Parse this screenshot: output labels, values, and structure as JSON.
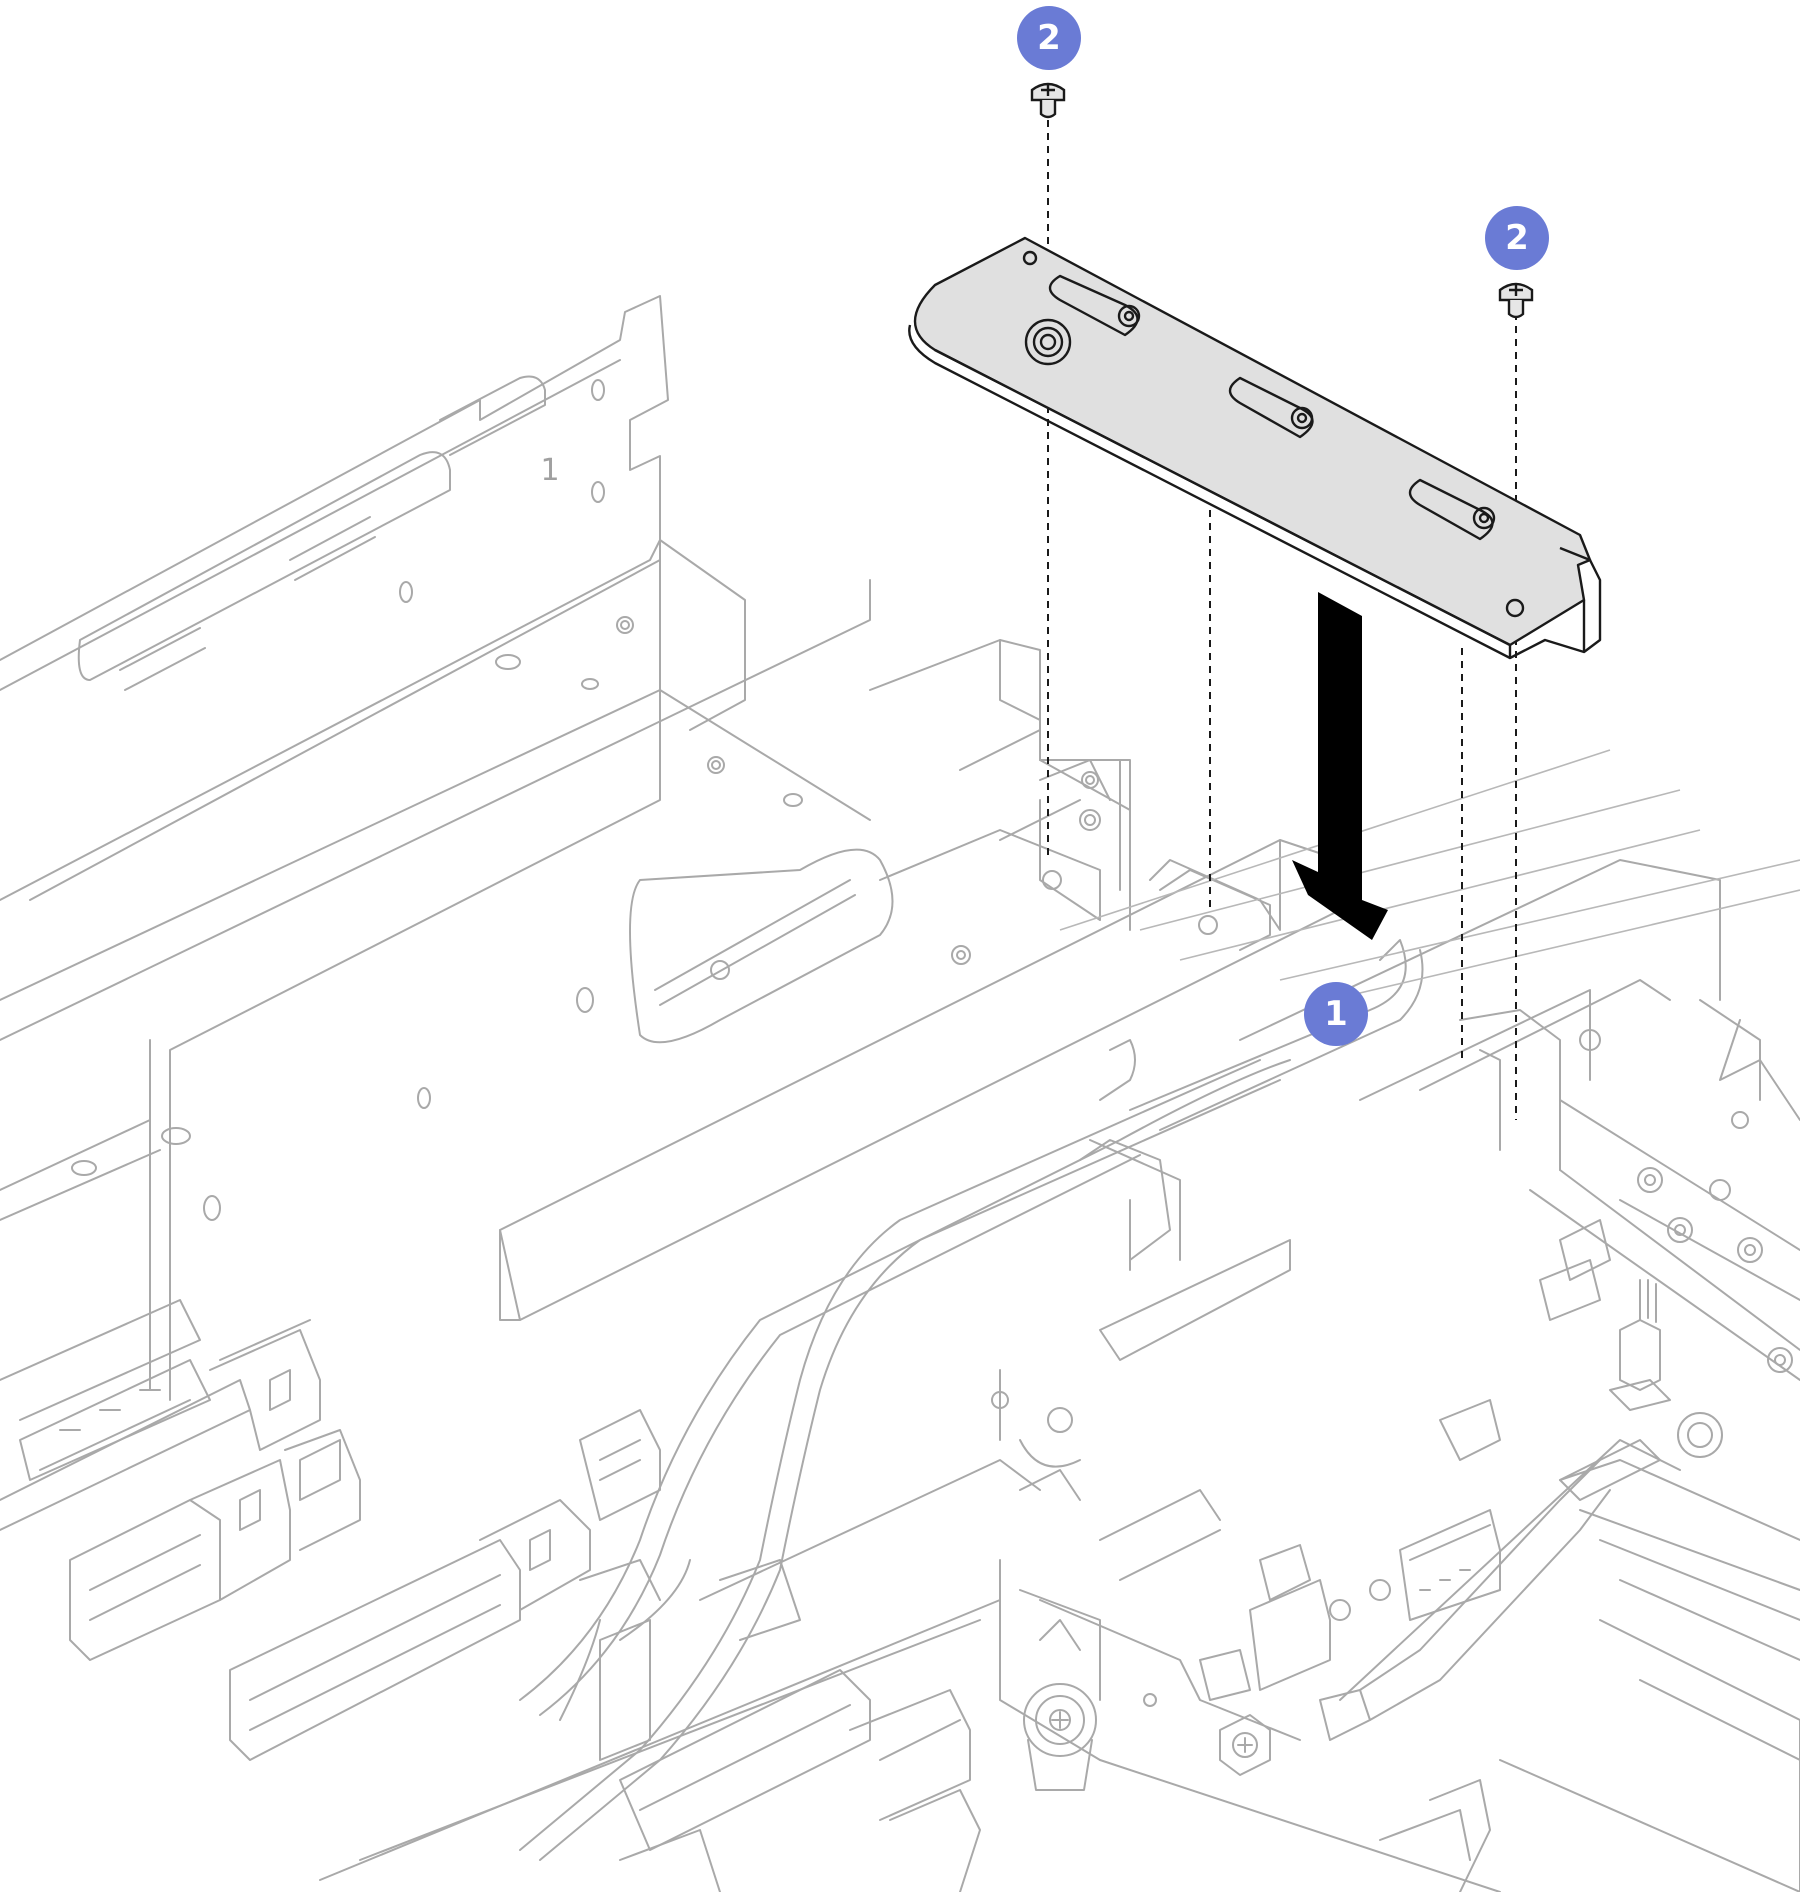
{
  "callouts": [
    {
      "label": "1",
      "meaning": "step-1"
    },
    {
      "label": "2",
      "meaning": "step-2"
    }
  ],
  "engraving": "1",
  "colors": {
    "callout_fill": "#6a7bd5",
    "callout_text": "#ffffff",
    "bracket_fill": "#e0e0e0",
    "outline_dark": "#1a1a1a",
    "outline_gray": "#a9a9a9",
    "arrow": "#000000"
  },
  "icons": [
    "screw-icon",
    "down-arrow-icon"
  ]
}
